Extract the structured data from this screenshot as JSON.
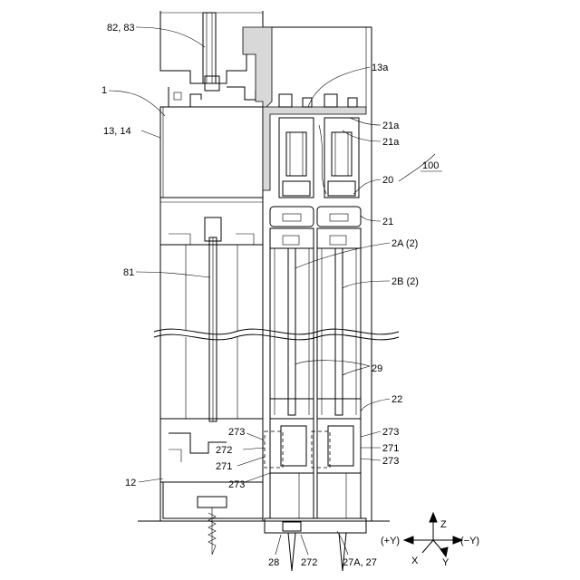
{
  "labels": {
    "l_82_83": "82, 83",
    "l_1": "1",
    "l_13_14": "13, 14",
    "l_81": "81",
    "l_12": "12",
    "l_13a": "13a",
    "l_21a_top": "21a",
    "l_21a_bottom": "21a",
    "l_20": "20",
    "l_100": "100",
    "l_21": "21",
    "l_2a": "2A (2)",
    "l_2b": "2B (2)",
    "l_29": "29",
    "l_22": "22",
    "l_273_left_top": "273",
    "l_272_left": "272",
    "l_271_left": "271",
    "l_273_left_bottom": "273",
    "l_273_right_top": "273",
    "l_271_right": "271",
    "l_273_right_bottom": "273",
    "l_28": "28",
    "l_272_bottom": "272",
    "l_27a_27": "27A, 27"
  },
  "axes": {
    "z": "Z",
    "plus_y": "(+Y)",
    "minus_y": "(−Y)",
    "x": "X",
    "y": "Y"
  }
}
